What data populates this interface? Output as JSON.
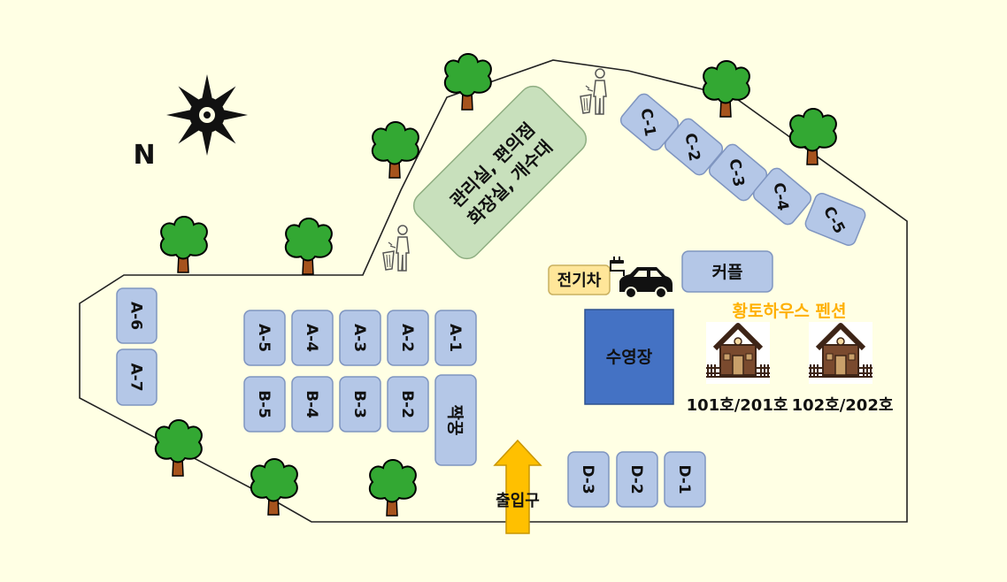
{
  "map": {
    "compass_label": "N",
    "facility_label": [
      "관리실, 편의점",
      "화장실, 개수대"
    ],
    "ev_label": "전기차",
    "pool_label": "수영장",
    "couple_label": "커플",
    "pension_title": "황토하우스 펜션",
    "entrance_label": "출입구",
    "colors": {
      "background": "#ffffe4",
      "site_fill": "#b4c7e7",
      "site_stroke": "#7f95c0",
      "facility_fill": "#c8e0bc",
      "facility_stroke": "#8fae82",
      "pool_fill": "#4472c4",
      "ev_fill": "#ffe699",
      "arrow_fill": "#ffc000",
      "pension_title": "#ffb000",
      "tree_leaf": "#33a833",
      "tree_trunk": "#a6531d",
      "cabin": "#7a4a2e"
    },
    "icons": [
      "compass-icon",
      "tree-icon",
      "trash-can-icon",
      "electric-car-icon",
      "cabin-icon"
    ]
  },
  "sites": {
    "a": [
      "A-1",
      "A-2",
      "A-3",
      "A-4",
      "A-5",
      "A-6",
      "A-7"
    ],
    "b": [
      "B-2",
      "B-3",
      "B-4",
      "B-5"
    ],
    "pair": "짝꿍",
    "c": [
      "C-1",
      "C-2",
      "C-3",
      "C-4",
      "C-5"
    ],
    "d": [
      "D-1",
      "D-2",
      "D-3"
    ]
  },
  "pensions": [
    {
      "label": "101호/201호"
    },
    {
      "label": "102호/202호"
    }
  ]
}
